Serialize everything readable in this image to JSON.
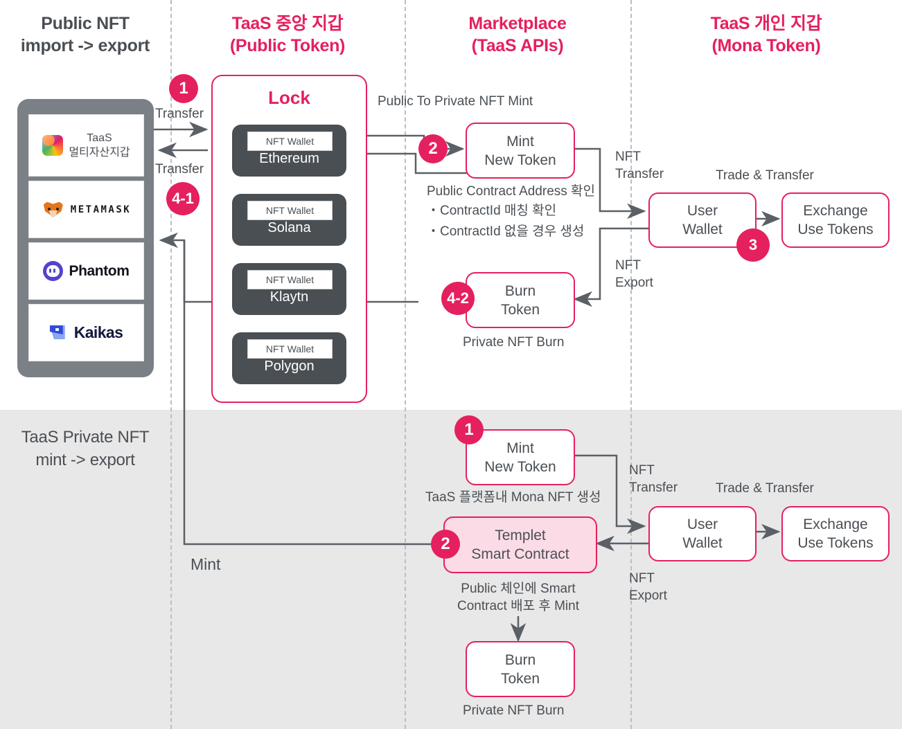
{
  "accent": "#e5205e",
  "ink": "#4a4f54",
  "band_bg": "#e8e8e8",
  "lanes": [
    {
      "id": "public-nft",
      "title_line1": "Public NFT",
      "title_line2": "import -> export",
      "color": "dark"
    },
    {
      "id": "taas-central-wallet",
      "title_line1": "TaaS 중앙 지갑",
      "title_line2": "(Public Token)",
      "color": "pink"
    },
    {
      "id": "marketplace",
      "title_line1": "Marketplace",
      "title_line2": "(TaaS APIs)",
      "color": "pink"
    },
    {
      "id": "taas-personal-wallet",
      "title_line1": "TaaS 개인 지갑",
      "title_line2": "(Mona Token)",
      "color": "pink"
    }
  ],
  "band": {
    "title_line1": "TaaS Private NFT",
    "title_line2": "mint -> export"
  },
  "wallets": [
    {
      "icon": "taas-cube-icon",
      "label_line1": "TaaS",
      "label_line2": "멀티자산지갑"
    },
    {
      "icon": "metamask-fox-icon",
      "label_line1": "METAMASK",
      "label_line2": ""
    },
    {
      "icon": "phantom-ghost-icon",
      "label_line1": "Phantom",
      "label_line2": ""
    },
    {
      "icon": "kaikas-icon",
      "label_line1": "Kaikas",
      "label_line2": ""
    }
  ],
  "lock": {
    "title": "Lock",
    "chips": [
      {
        "pill": "NFT Wallet",
        "chain": "Ethereum"
      },
      {
        "pill": "NFT Wallet",
        "chain": "Solana"
      },
      {
        "pill": "NFT Wallet",
        "chain": "Klaytn"
      },
      {
        "pill": "NFT Wallet",
        "chain": "Polygon"
      }
    ]
  },
  "top_flow": {
    "mint_new_token_l1": "Mint",
    "mint_new_token_l2": "New Token",
    "burn_token_l1": "Burn",
    "burn_token_l2": "Token",
    "user_wallet_l1": "User",
    "user_wallet_l2": "Wallet",
    "exchange_l1": "Exchange",
    "exchange_l2": "Use Tokens",
    "transfer_out": "Transfer",
    "transfer_in": "Transfer",
    "public_to_private": "Public To Private NFT Mint",
    "contract_check": "Public Contract Address 확인",
    "contract_bullet1": "・ContractId 매칭 확인",
    "contract_bullet2": "・ContractId 없을 경우 생성",
    "private_nft_burn": "Private NFT Burn",
    "nft_transfer_l1": "NFT",
    "nft_transfer_l2": "Transfer",
    "nft_export_l1": "NFT",
    "nft_export_l2": "Export",
    "trade_transfer": "Trade & Transfer",
    "badge_1": "1",
    "badge_2": "2",
    "badge_3": "3",
    "badge_41": "4-1",
    "badge_42": "4-2"
  },
  "bottom_flow": {
    "mint_new_token_l1": "Mint",
    "mint_new_token_l2": "New Token",
    "templet_l1": "Templet",
    "templet_l2": "Smart Contract",
    "burn_token_l1": "Burn",
    "burn_token_l2": "Token",
    "user_wallet_l1": "User",
    "user_wallet_l2": "Wallet",
    "exchange_l1": "Exchange",
    "exchange_l2": "Use Tokens",
    "mona_create": "TaaS 플랫폼내 Mona NFT 생성",
    "deploy_l1": "Public 체인에 Smart",
    "deploy_l2": "Contract 배포 후 Mint",
    "private_nft_burn": "Private NFT Burn",
    "mint_label": "Mint",
    "nft_transfer_l1": "NFT",
    "nft_transfer_l2": "Transfer",
    "nft_export_l1": "NFT",
    "nft_export_l2": "Export",
    "trade_transfer": "Trade & Transfer",
    "badge_1": "1",
    "badge_2": "2"
  }
}
